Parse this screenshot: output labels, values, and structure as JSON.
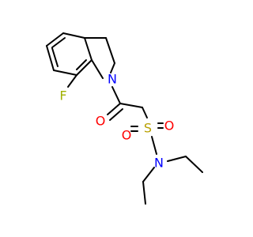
{
  "structure": {
    "atoms": {
      "fluorine": "F",
      "nitrogen_indoline": "N",
      "oxygen_carbonyl": "O",
      "sulfur": "S",
      "oxygen_sulfonyl_1": "O",
      "oxygen_sulfonyl_2": "O",
      "nitrogen_amide": "N"
    },
    "colors": {
      "bond": "#000000",
      "nitrogen": "#0000ff",
      "oxygen": "#ff0000",
      "sulfur": "#b8a000",
      "fluorine": "#a0b000"
    }
  }
}
